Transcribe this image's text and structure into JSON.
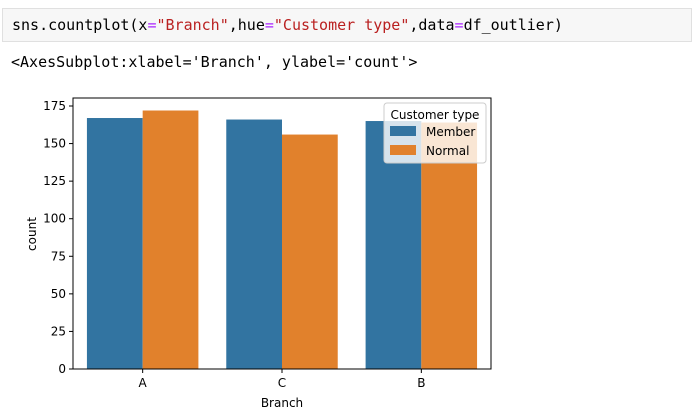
{
  "cell": {
    "code_parts": {
      "p1": "sns.countplot(x",
      "eq1": "=",
      "s1": "\"Branch\"",
      "p2": ",hue",
      "eq2": "=",
      "s2": "\"Customer type\"",
      "p3": ",data",
      "eq3": "=",
      "p4": "df_outlier)"
    }
  },
  "output": {
    "repr": "<AxesSubplot:xlabel='Branch', ylabel='count'>"
  },
  "colors": {
    "member": "#3274a1",
    "normal": "#e1812c"
  },
  "chart_data": {
    "type": "bar",
    "categories": [
      "A",
      "C",
      "B"
    ],
    "series": [
      {
        "name": "Member",
        "values": [
          167,
          166,
          165
        ]
      },
      {
        "name": "Normal",
        "values": [
          172,
          156,
          164
        ]
      }
    ],
    "xlabel": "Branch",
    "ylabel": "count",
    "ylim": [
      0,
      180
    ],
    "yticks": [
      0,
      25,
      50,
      75,
      100,
      125,
      150,
      175
    ],
    "legend": {
      "title": "Customer type",
      "placement": "top-right"
    },
    "grid": false
  }
}
